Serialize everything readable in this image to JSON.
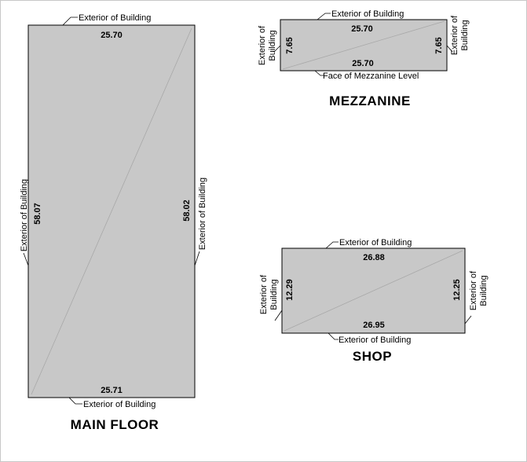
{
  "main_floor": {
    "title": "MAIN FLOOR",
    "top_dimension": "25.70",
    "bottom_dimension": "25.71",
    "left_dimension": "58.07",
    "right_dimension": "58.02",
    "top_label": "Exterior of Building",
    "bottom_label": "Exterior of Building",
    "left_label": "Exterior of Building",
    "right_label": "Exterior of Building"
  },
  "mezzanine": {
    "title": "MEZZANINE",
    "top_dimension": "25.70",
    "bottom_dimension": "25.70",
    "left_dimension": "7.65",
    "right_dimension": "7.65",
    "top_label": "Exterior of Building",
    "bottom_label": "Face of Mezzanine Level",
    "left_label_line1": "Exterior of",
    "left_label_line2": "Building",
    "right_label_line1": "Exterior of",
    "right_label_line2": "Building"
  },
  "shop": {
    "title": "SHOP",
    "top_dimension": "26.88",
    "bottom_dimension": "26.95",
    "left_dimension": "12.29",
    "right_dimension": "12.25",
    "top_label": "Exterior of Building",
    "bottom_label": "Exterior of Building",
    "left_label_line1": "Exterior of",
    "left_label_line2": "Building",
    "right_label_line1": "Exterior of",
    "right_label_line2": "Building"
  }
}
